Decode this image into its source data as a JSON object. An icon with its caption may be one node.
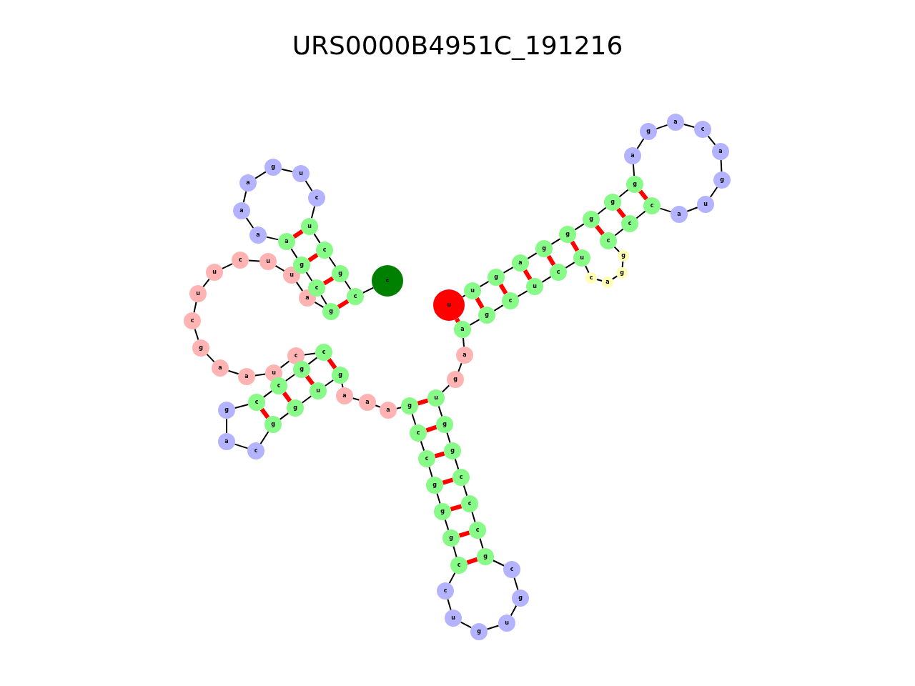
{
  "diagram": {
    "title": "URS0000B4951C_191216",
    "nodes": [
      {
        "text": [
          "u"
        ]
      },
      {
        "text": [
          "u"
        ]
      },
      {
        "text": [
          "g"
        ]
      },
      {
        "text": [
          "a"
        ]
      },
      {
        "text": [
          "g"
        ]
      },
      {
        "text": [
          "g"
        ]
      },
      {
        "text": [
          "g"
        ]
      },
      {
        "text": [
          "g"
        ]
      },
      {
        "text": [
          "g"
        ]
      },
      {
        "text": [
          "a"
        ]
      },
      {
        "text": [
          "g"
        ]
      },
      {
        "text": [
          "a"
        ]
      },
      {
        "text": [
          "c"
        ]
      },
      {
        "text": [
          "a"
        ]
      },
      {
        "text": [
          "g"
        ]
      },
      {
        "text": [
          "u"
        ]
      },
      {
        "text": [
          "a"
        ]
      },
      {
        "text": [
          "c"
        ]
      },
      {
        "text": [
          "c"
        ]
      },
      {
        "text": [
          "c"
        ]
      },
      {
        "text": [
          "g"
        ]
      },
      {
        "text": [
          "g"
        ]
      },
      {
        "text": [
          "a"
        ]
      },
      {
        "text": [
          "c"
        ]
      },
      {
        "text": [
          "u"
        ]
      },
      {
        "text": [
          "c"
        ]
      },
      {
        "text": [
          "u"
        ]
      },
      {
        "text": [
          "c"
        ]
      },
      {
        "text": [
          "g"
        ]
      },
      {
        "text": [
          "a"
        ]
      },
      {
        "text": [
          "a"
        ]
      },
      {
        "text": [
          "g"
        ]
      },
      {
        "text": [
          "u"
        ]
      },
      {
        "text": [
          "g"
        ]
      },
      {
        "text": [
          "g"
        ]
      },
      {
        "text": [
          "c"
        ]
      },
      {
        "text": [
          "c"
        ]
      },
      {
        "text": [
          "c"
        ]
      },
      {
        "text": [
          "g"
        ]
      },
      {
        "text": [
          "c"
        ]
      },
      {
        "text": [
          "g"
        ]
      },
      {
        "text": [
          "u"
        ]
      },
      {
        "text": [
          "g"
        ]
      },
      {
        "text": [
          "u"
        ]
      },
      {
        "text": [
          "c"
        ]
      },
      {
        "text": [
          "c"
        ]
      },
      {
        "text": [
          "g"
        ]
      },
      {
        "text": [
          "g"
        ]
      },
      {
        "text": [
          "g"
        ]
      },
      {
        "text": [
          "c"
        ]
      },
      {
        "text": [
          "c"
        ]
      },
      {
        "text": [
          "g"
        ]
      },
      {
        "text": [
          "a"
        ]
      },
      {
        "text": [
          "a"
        ]
      },
      {
        "text": [
          "a"
        ]
      },
      {
        "text": [
          "g"
        ]
      },
      {
        "text": [
          "u"
        ]
      },
      {
        "text": [
          "g"
        ]
      },
      {
        "text": [
          "g"
        ]
      },
      {
        "text": [
          "c"
        ]
      },
      {
        "text": [
          "a"
        ]
      },
      {
        "text": [
          "g"
        ]
      },
      {
        "text": [
          "c"
        ]
      },
      {
        "text": [
          "c"
        ]
      },
      {
        "text": [
          "g"
        ]
      },
      {
        "text": [
          "c"
        ]
      },
      {
        "text": [
          "c"
        ]
      },
      {
        "text": [
          "u"
        ]
      },
      {
        "text": [
          "a"
        ]
      },
      {
        "text": [
          "a"
        ]
      },
      {
        "text": [
          "g"
        ]
      },
      {
        "text": [
          "c"
        ]
      },
      {
        "text": [
          "u"
        ]
      },
      {
        "text": [
          "u"
        ]
      },
      {
        "text": [
          "c"
        ]
      },
      {
        "text": [
          "u"
        ]
      },
      {
        "text": [
          "u"
        ]
      },
      {
        "text": [
          "a"
        ]
      },
      {
        "text": [
          "g"
        ]
      },
      {
        "text": [
          "c"
        ]
      },
      {
        "text": [
          "g"
        ]
      },
      {
        "text": [
          "a"
        ]
      },
      {
        "text": [
          "a"
        ]
      },
      {
        "text": [
          "a"
        ]
      },
      {
        "text": [
          "a"
        ]
      },
      {
        "text": [
          "g"
        ]
      },
      {
        "text": [
          "u"
        ]
      },
      {
        "text": [
          "c"
        ]
      },
      {
        "text": [
          "u"
        ]
      },
      {
        "text": [
          "c"
        ]
      },
      {
        "text": [
          "g"
        ]
      },
      {
        "text": [
          "c"
        ]
      },
      {
        "text": [
          "c"
        ]
      }
    ],
    "edges": [
      {
        "from": 0,
        "to": 1,
        "arrow": "none"
      },
      {
        "from": 1,
        "to": 2,
        "arrow": "none"
      },
      {
        "from": 2,
        "to": 3,
        "arrow": "none"
      },
      {
        "from": 3,
        "to": 4,
        "arrow": "none"
      },
      {
        "from": 4,
        "to": 5,
        "arrow": "none"
      },
      {
        "from": 5,
        "to": 6,
        "arrow": "none"
      },
      {
        "from": 6,
        "to": 7,
        "arrow": "none"
      },
      {
        "from": 7,
        "to": 8,
        "arrow": "none"
      },
      {
        "from": 8,
        "to": 9,
        "arrow": "none"
      },
      {
        "from": 9,
        "to": 10,
        "arrow": "none"
      },
      {
        "from": 10,
        "to": 11,
        "arrow": "none"
      },
      {
        "from": 11,
        "to": 12,
        "arrow": "none"
      },
      {
        "from": 12,
        "to": 13,
        "arrow": "none"
      },
      {
        "from": 13,
        "to": 14,
        "arrow": "none"
      },
      {
        "from": 14,
        "to": 15,
        "arrow": "none"
      },
      {
        "from": 15,
        "to": 16,
        "arrow": "none"
      },
      {
        "from": 16,
        "to": 17,
        "arrow": "none"
      },
      {
        "from": 17,
        "to": 18,
        "arrow": "none"
      },
      {
        "from": 18,
        "to": 19,
        "arrow": "none"
      },
      {
        "from": 19,
        "to": 20,
        "arrow": "none"
      },
      {
        "from": 20,
        "to": 21,
        "arrow": "none"
      },
      {
        "from": 21,
        "to": 22,
        "arrow": "none"
      },
      {
        "from": 22,
        "to": 23,
        "arrow": "none"
      },
      {
        "from": 23,
        "to": 24,
        "arrow": "none"
      },
      {
        "from": 24,
        "to": 25,
        "arrow": "none"
      },
      {
        "from": 25,
        "to": 26,
        "arrow": "none"
      },
      {
        "from": 26,
        "to": 27,
        "arrow": "none"
      },
      {
        "from": 27,
        "to": 28,
        "arrow": "none"
      },
      {
        "from": 28,
        "to": 29,
        "arrow": "none"
      },
      {
        "from": 29,
        "to": 30,
        "arrow": "none"
      },
      {
        "from": 30,
        "to": 31,
        "arrow": "none"
      },
      {
        "from": 31,
        "to": 32,
        "arrow": "none"
      },
      {
        "from": 32,
        "to": 33,
        "arrow": "none"
      },
      {
        "from": 33,
        "to": 34,
        "arrow": "none"
      },
      {
        "from": 34,
        "to": 35,
        "arrow": "none"
      },
      {
        "from": 35,
        "to": 36,
        "arrow": "none"
      },
      {
        "from": 36,
        "to": 37,
        "arrow": "none"
      },
      {
        "from": 37,
        "to": 38,
        "arrow": "none"
      },
      {
        "from": 38,
        "to": 39,
        "arrow": "none"
      },
      {
        "from": 39,
        "to": 40,
        "arrow": "none"
      },
      {
        "from": 40,
        "to": 41,
        "arrow": "none"
      },
      {
        "from": 41,
        "to": 42,
        "arrow": "none"
      },
      {
        "from": 42,
        "to": 43,
        "arrow": "none"
      },
      {
        "from": 43,
        "to": 44,
        "arrow": "none"
      },
      {
        "from": 44,
        "to": 45,
        "arrow": "none"
      },
      {
        "from": 45,
        "to": 46,
        "arrow": "none"
      },
      {
        "from": 46,
        "to": 47,
        "arrow": "none"
      },
      {
        "from": 47,
        "to": 48,
        "arrow": "none"
      },
      {
        "from": 48,
        "to": 49,
        "arrow": "none"
      },
      {
        "from": 49,
        "to": 50,
        "arrow": "none"
      },
      {
        "from": 50,
        "to": 51,
        "arrow": "none"
      },
      {
        "from": 51,
        "to": 52,
        "arrow": "none"
      },
      {
        "from": 52,
        "to": 53,
        "arrow": "none"
      },
      {
        "from": 53,
        "to": 54,
        "arrow": "none"
      },
      {
        "from": 54,
        "to": 55,
        "arrow": "none"
      },
      {
        "from": 55,
        "to": 56,
        "arrow": "none"
      },
      {
        "from": 56,
        "to": 57,
        "arrow": "none"
      },
      {
        "from": 57,
        "to": 58,
        "arrow": "none"
      },
      {
        "from": 58,
        "to": 59,
        "arrow": "none"
      },
      {
        "from": 59,
        "to": 60,
        "arrow": "none"
      },
      {
        "from": 60,
        "to": 61,
        "arrow": "none"
      },
      {
        "from": 61,
        "to": 62,
        "arrow": "none"
      },
      {
        "from": 62,
        "to": 63,
        "arrow": "none"
      },
      {
        "from": 63,
        "to": 64,
        "arrow": "none"
      },
      {
        "from": 64,
        "to": 65,
        "arrow": "none"
      },
      {
        "from": 65,
        "to": 66,
        "arrow": "none"
      },
      {
        "from": 66,
        "to": 67,
        "arrow": "none"
      },
      {
        "from": 67,
        "to": 68,
        "arrow": "none"
      },
      {
        "from": 68,
        "to": 69,
        "arrow": "none"
      },
      {
        "from": 69,
        "to": 70,
        "arrow": "none"
      },
      {
        "from": 70,
        "to": 71,
        "arrow": "none"
      },
      {
        "from": 71,
        "to": 72,
        "arrow": "none"
      },
      {
        "from": 72,
        "to": 73,
        "arrow": "none"
      },
      {
        "from": 73,
        "to": 74,
        "arrow": "none"
      },
      {
        "from": 74,
        "to": 75,
        "arrow": "none"
      },
      {
        "from": 75,
        "to": 76,
        "arrow": "none"
      },
      {
        "from": 76,
        "to": 77,
        "arrow": "none"
      },
      {
        "from": 77,
        "to": 78,
        "arrow": "none"
      },
      {
        "from": 78,
        "to": 79,
        "arrow": "none"
      },
      {
        "from": 79,
        "to": 80,
        "arrow": "none"
      },
      {
        "from": 80,
        "to": 81,
        "arrow": "none"
      },
      {
        "from": 81,
        "to": 82,
        "arrow": "none"
      },
      {
        "from": 82,
        "to": 83,
        "arrow": "none"
      },
      {
        "from": 83,
        "to": 84,
        "arrow": "none"
      },
      {
        "from": 84,
        "to": 85,
        "arrow": "none"
      },
      {
        "from": 85,
        "to": 86,
        "arrow": "none"
      },
      {
        "from": 86,
        "to": 87,
        "arrow": "none"
      },
      {
        "from": 87,
        "to": 88,
        "arrow": "none"
      },
      {
        "from": 88,
        "to": 89,
        "arrow": "none"
      },
      {
        "from": 89,
        "to": 90,
        "arrow": "none"
      },
      {
        "from": 90,
        "to": 91,
        "arrow": "none"
      },
      {
        "from": 91,
        "to": 92,
        "arrow": "none"
      },
      {
        "from": 0,
        "to": 29,
        "arrow": "none",
        "style": "thick",
        "color": "#ff0000"
      },
      {
        "from": 1,
        "to": 28,
        "arrow": "none",
        "style": "thick",
        "color": "#ff0000"
      },
      {
        "from": 2,
        "to": 27,
        "arrow": "none",
        "style": "thick",
        "color": "#ff0000"
      },
      {
        "from": 3,
        "to": 26,
        "arrow": "none",
        "style": "thick",
        "color": "#ff0000"
      },
      {
        "from": 4,
        "to": 25,
        "arrow": "none",
        "style": "thick",
        "color": "#ff0000"
      },
      {
        "from": 5,
        "to": 24,
        "arrow": "none",
        "style": "thick",
        "color": "#ff0000"
      },
      {
        "from": 6,
        "to": 19,
        "arrow": "none",
        "style": "thick",
        "color": "#ff0000"
      },
      {
        "from": 7,
        "to": 18,
        "arrow": "none",
        "style": "thick",
        "color": "#ff0000"
      },
      {
        "from": 8,
        "to": 17,
        "arrow": "none",
        "style": "thick",
        "color": "#ff0000"
      },
      {
        "from": 32,
        "to": 51,
        "arrow": "none",
        "style": "thick",
        "color": "#ff0000"
      },
      {
        "from": 33,
        "to": 50,
        "arrow": "none",
        "style": "thick",
        "color": "#ff0000"
      },
      {
        "from": 34,
        "to": 49,
        "arrow": "none",
        "style": "thick",
        "color": "#ff0000"
      },
      {
        "from": 35,
        "to": 48,
        "arrow": "none",
        "style": "thick",
        "color": "#ff0000"
      },
      {
        "from": 36,
        "to": 47,
        "arrow": "none",
        "style": "thick",
        "color": "#ff0000"
      },
      {
        "from": 37,
        "to": 46,
        "arrow": "none",
        "style": "thick",
        "color": "#ff0000"
      },
      {
        "from": 38,
        "to": 45,
        "arrow": "none",
        "style": "thick",
        "color": "#ff0000"
      },
      {
        "from": 55,
        "to": 65,
        "arrow": "none",
        "style": "thick",
        "color": "#ff0000"
      },
      {
        "from": 56,
        "to": 64,
        "arrow": "none",
        "style": "thick",
        "color": "#ff0000"
      },
      {
        "from": 57,
        "to": 63,
        "arrow": "none",
        "style": "thick",
        "color": "#ff0000"
      },
      {
        "from": 58,
        "to": 62,
        "arrow": "none",
        "style": "thick",
        "color": "#ff0000"
      },
      {
        "from": 78,
        "to": 91,
        "arrow": "none",
        "style": "thick",
        "color": "#ff0000"
      },
      {
        "from": 79,
        "to": 90,
        "arrow": "none",
        "style": "thick",
        "color": "#ff0000"
      },
      {
        "from": 80,
        "to": 89,
        "arrow": "none",
        "style": "thick",
        "color": "#ff0000"
      },
      {
        "from": 81,
        "to": 88,
        "arrow": "none",
        "style": "thick",
        "color": "#ff0000"
      }
    ]
  }
}
